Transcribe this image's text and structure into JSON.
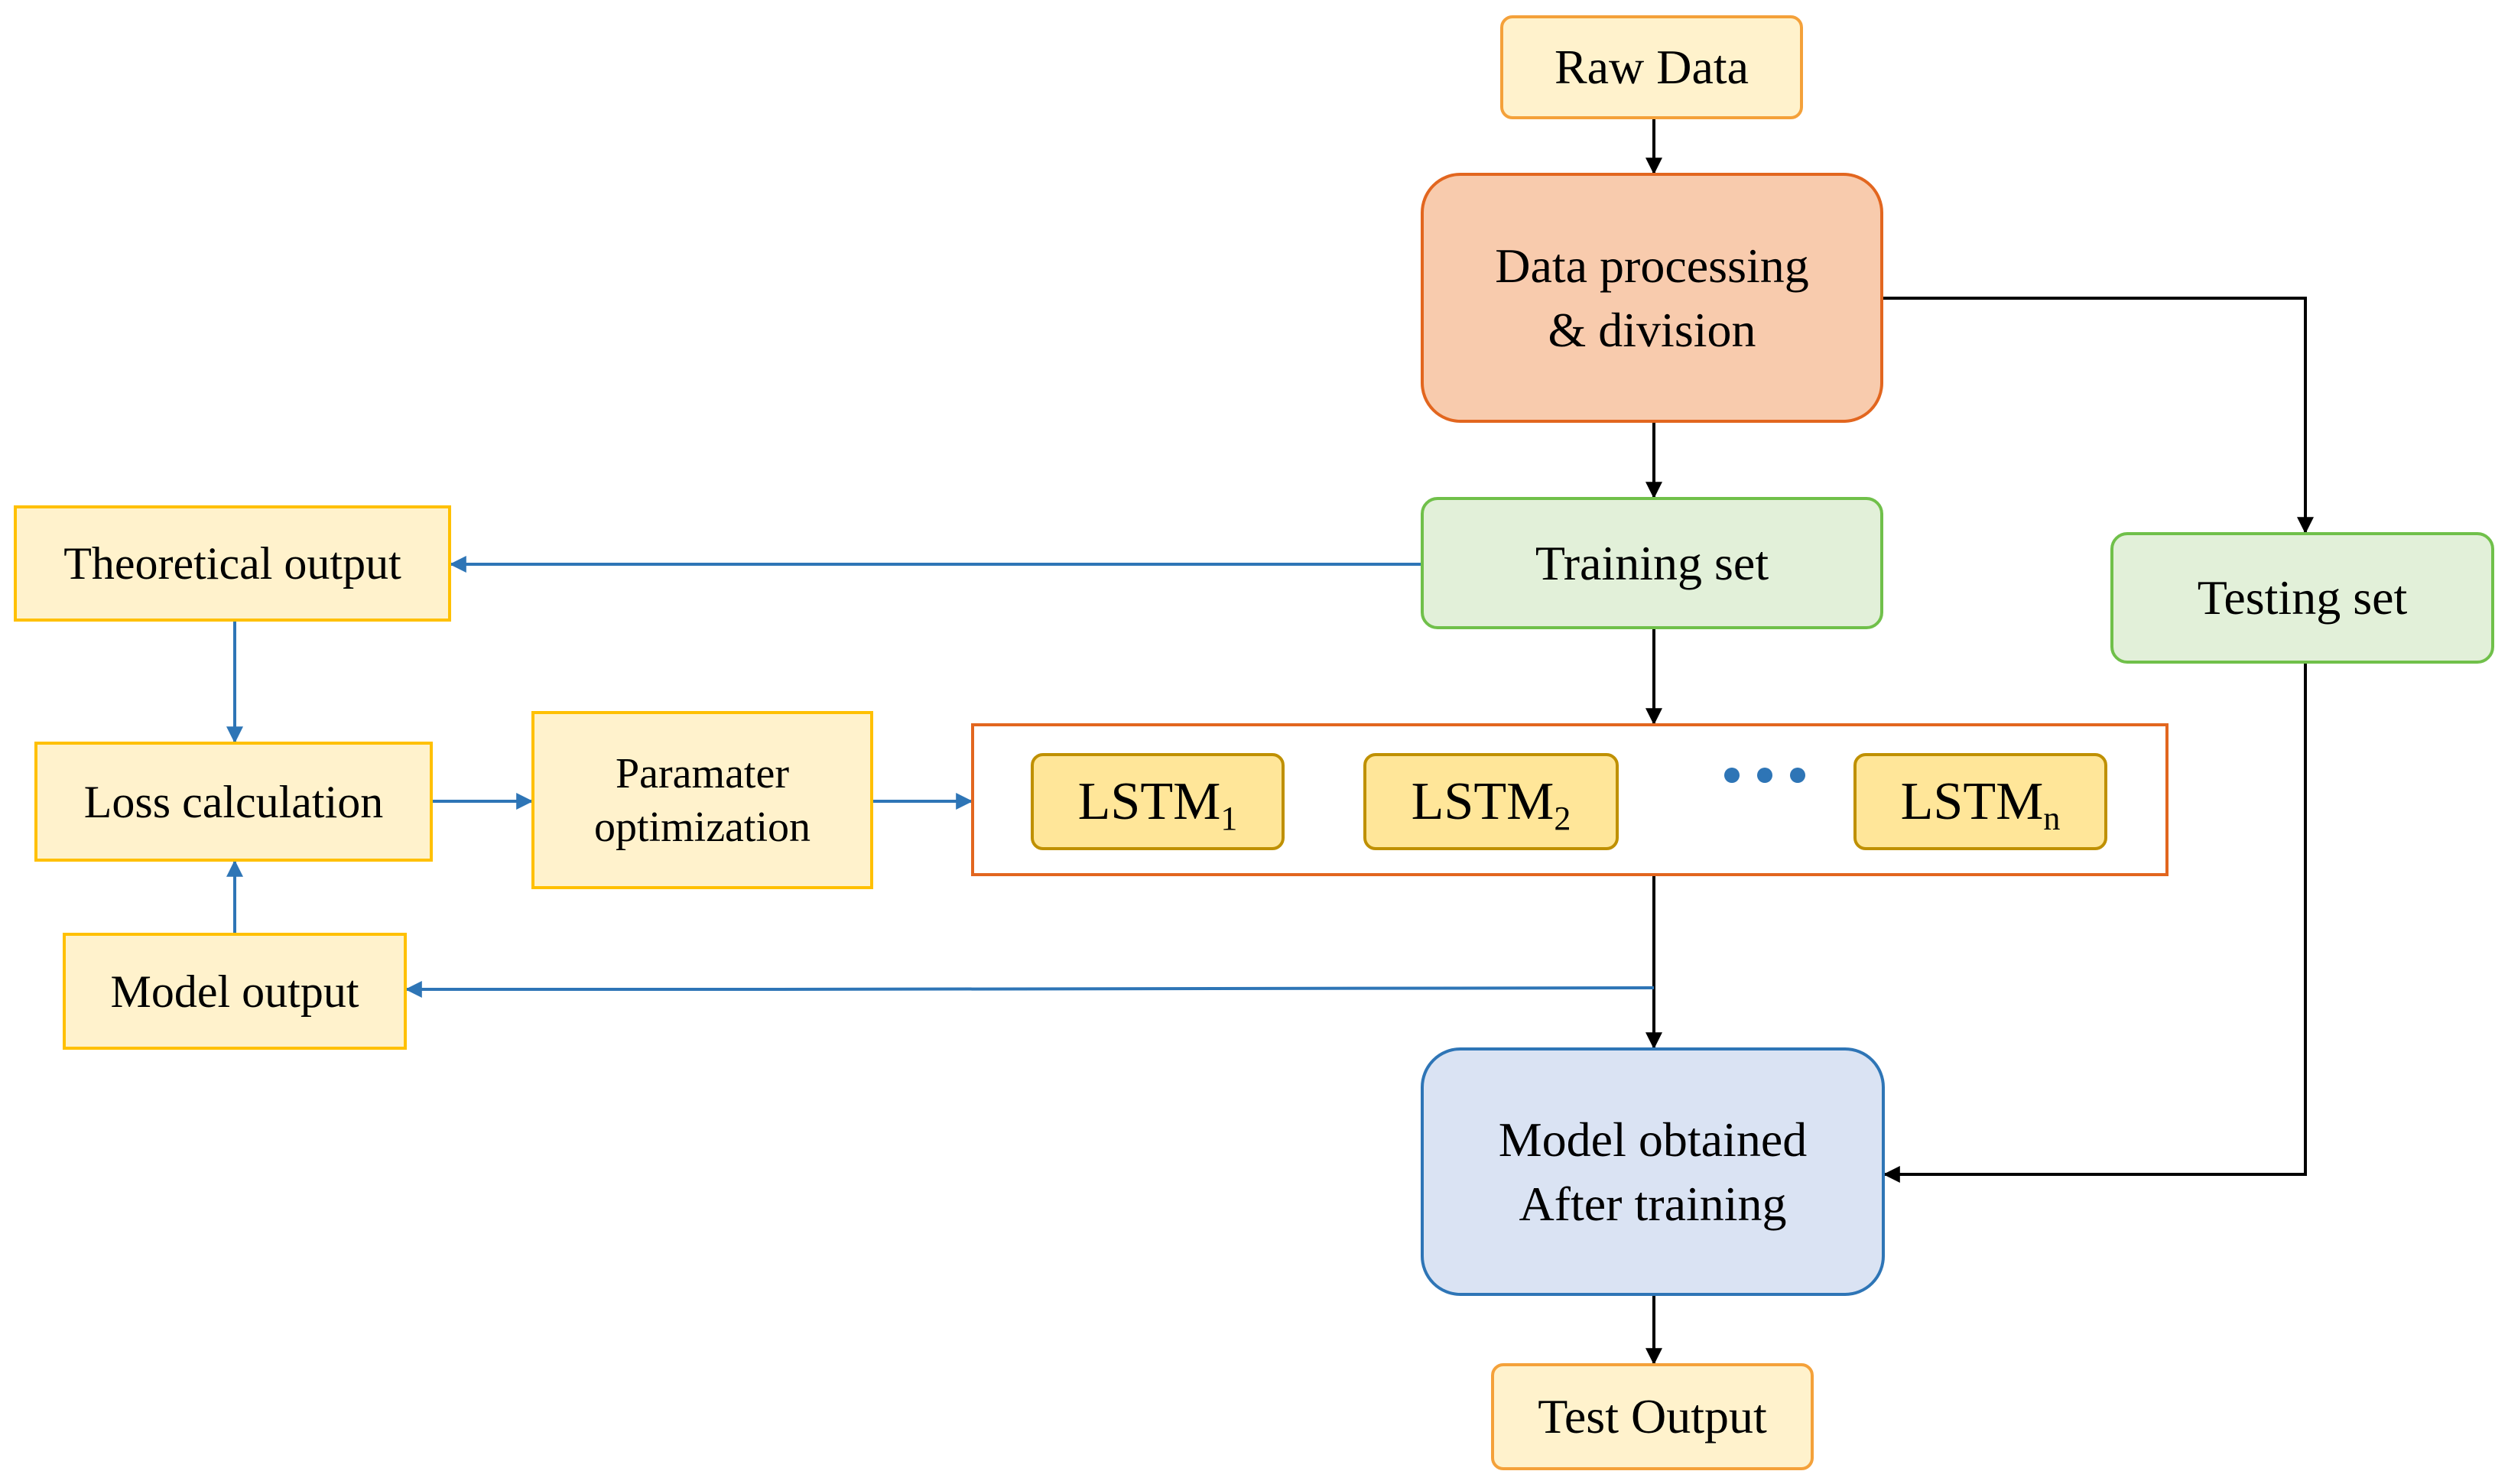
{
  "nodes": {
    "raw_data": "Raw Data",
    "data_processing": [
      "Data processing",
      "& division"
    ],
    "training_set": "Training set",
    "testing_set": "Testing set",
    "theoretical_output": "Theoretical output",
    "loss_calculation": "Loss calculation",
    "parameter_optimization": [
      "Paramater",
      "optimization"
    ],
    "model_output": "Model output",
    "model_obtained": [
      "Model obtained",
      "After training"
    ],
    "test_output": "Test Output"
  },
  "lstm_cells": [
    {
      "base": "LSTM",
      "sub": "1"
    },
    {
      "base": "LSTM",
      "sub": "2"
    },
    {
      "base": "LSTM",
      "sub": "n"
    }
  ],
  "colors": {
    "main_flow_arrow": "#000000",
    "training_loop_arrow": "#2E75B6"
  }
}
